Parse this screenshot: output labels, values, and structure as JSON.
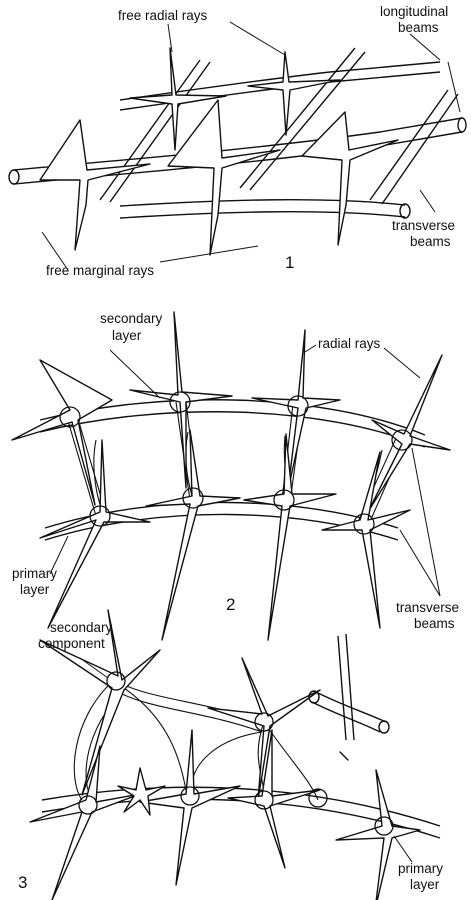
{
  "figure1": {
    "labels": {
      "free_radial_rays": "free radial rays",
      "longitudinal_beams_1": "longitudinal",
      "longitudinal_beams_2": "beams",
      "transverse_beams_1": "transverse",
      "transverse_beams_2": "beams",
      "free_marginal_rays": "free marginal rays"
    },
    "number": "1"
  },
  "figure2": {
    "labels": {
      "secondary_layer_1": "secondary",
      "secondary_layer_2": "layer",
      "radial_rays": "radial rays",
      "primary_layer_1": "primary",
      "primary_layer_2": "layer",
      "transverse_beams_1": "transverse",
      "transverse_beams_2": "beams"
    },
    "number": "2"
  },
  "figure3": {
    "labels": {
      "secondary_component_1": "secondary",
      "secondary_component_2": "component",
      "primary_layer_1": "primary",
      "primary_layer_2": "layer"
    },
    "number": "3"
  },
  "colors": {
    "ink": "#111111",
    "paper": "#ffffff"
  }
}
